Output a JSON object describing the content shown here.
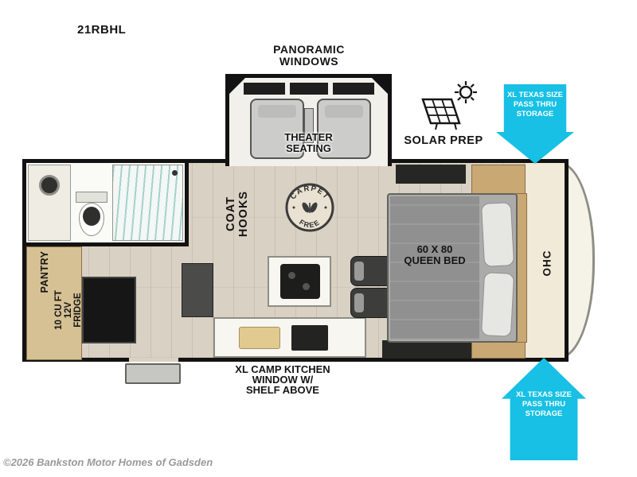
{
  "page": {
    "model": "21RBHL",
    "copyright": "©2026 Bankston Motor Homes of Gadsden"
  },
  "callouts": {
    "panoramic_windows": [
      "PANORAMIC",
      "WINDOWS"
    ],
    "solar_prep": "SOLAR PREP",
    "pass_thru_storage_top": [
      "XL TEXAS SIZE",
      "PASS THRU",
      "STORAGE"
    ],
    "pass_thru_storage_bottom": [
      "XL TEXAS SIZE",
      "PASS THRU",
      "STORAGE"
    ],
    "camp_kitchen": [
      "XL CAMP KITCHEN",
      "WINDOW W/",
      "SHELF ABOVE"
    ]
  },
  "rooms": {
    "theater_seating": [
      "THEATER",
      "SEATING"
    ],
    "coat_hooks": [
      "COAT",
      "HOOKS"
    ],
    "carpet_free_badge": [
      "CARPET",
      "FREE"
    ],
    "queen_bed": [
      "60 X 80",
      "QUEEN BED"
    ],
    "ohc": "OHC",
    "pantry": "PANTRY",
    "fridge": [
      "10 CU FT",
      "12V",
      "FRIDGE"
    ]
  },
  "colors": {
    "accent_cyan": "#17c0e4",
    "wall": "#121212",
    "floor_wood": "#d9d1c3",
    "cabinet_wood": "#c9a873",
    "bed_gray": "#ababa9"
  }
}
